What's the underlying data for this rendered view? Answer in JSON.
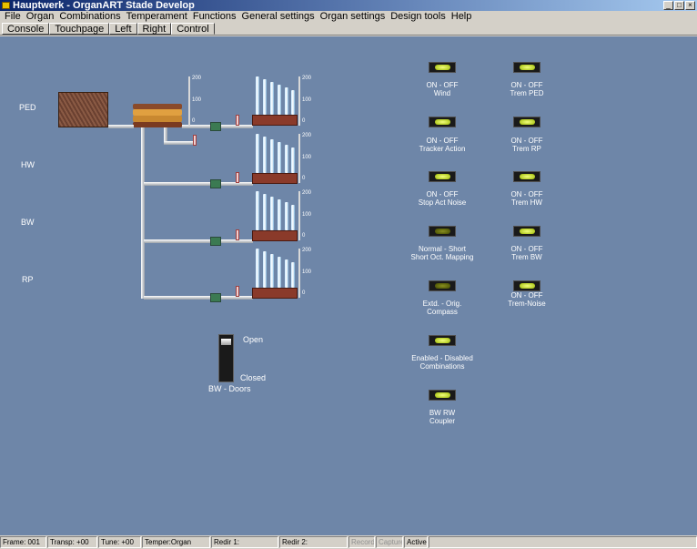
{
  "window": {
    "title": "Hauptwerk - OrganART Stade Develop",
    "btn_min": "_",
    "btn_max": "□",
    "btn_close": "×"
  },
  "menu": [
    "File",
    "Organ",
    "Combinations",
    "Temperament",
    "Functions",
    "General settings",
    "Organ settings",
    "Design tools",
    "Help"
  ],
  "tabs": [
    "Console",
    "Touchpage",
    "Left",
    "Right",
    "Control"
  ],
  "active_tab": "Control",
  "divisions": [
    "PED",
    "HW",
    "BW",
    "RP"
  ],
  "scale": {
    "top": "200",
    "mid": "100",
    "bot": "0"
  },
  "switches_left": [
    {
      "line1": "ON - OFF",
      "line2": "Wind",
      "lit": true
    },
    {
      "line1": "ON - OFF",
      "line2": "Tracker Action",
      "lit": true
    },
    {
      "line1": "ON - OFF",
      "line2": "Stop Act Noise",
      "lit": true
    },
    {
      "line1": "Normal - Short",
      "line2": "Short Oct. Mapping",
      "lit": false
    },
    {
      "line1": "Extd. - Orig.",
      "line2": "Compass",
      "lit": false
    },
    {
      "line1": "Enabled - Disabled",
      "line2": "Combinations",
      "lit": true
    },
    {
      "line1": "BW   RW",
      "line2": "Coupler",
      "lit": true
    }
  ],
  "switches_right": [
    {
      "line1": "ON - OFF",
      "line2": "Trem PED",
      "lit": true
    },
    {
      "line1": "ON - OFF",
      "line2": "Trem RP",
      "lit": true
    },
    {
      "line1": "ON - OFF",
      "line2": "Trem HW",
      "lit": true
    },
    {
      "line1": "ON - OFF",
      "line2": "Trem BW",
      "lit": true
    },
    {
      "line1": "ON - OFF",
      "line2": "Trem-Noise",
      "lit": true
    }
  ],
  "swell": {
    "open_label": "Open",
    "closed_label": "Closed",
    "name": "BW - Doors"
  },
  "status": {
    "frame": "Frame: 001",
    "transp": "Transp: +00",
    "tune": "Tune: +00",
    "temper": "Temper:Organ",
    "redir1": "Redir 1:",
    "redir2": "Redir 2:",
    "record": "Record",
    "capture": "Capture",
    "active": "Active"
  }
}
